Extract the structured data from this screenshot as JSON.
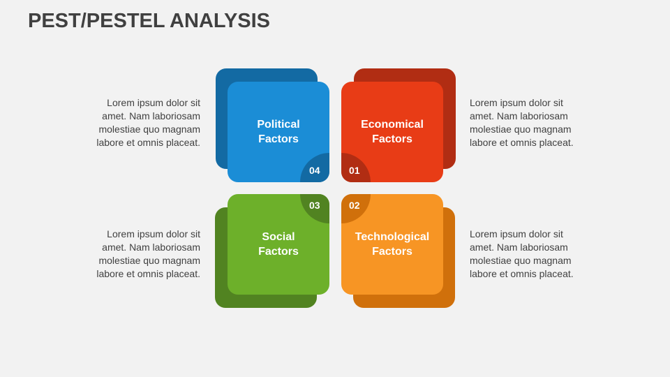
{
  "title": "PEST/PESTEL ANALYSIS",
  "factors": [
    {
      "id": "political",
      "line1": "Political",
      "line2": "Factors",
      "number": "04",
      "color": "#1b8dd6",
      "dark": "#136aa3"
    },
    {
      "id": "economical",
      "line1": "Economical",
      "line2": "Factors",
      "number": "01",
      "color": "#e83c16",
      "dark": "#b12d13"
    },
    {
      "id": "social",
      "line1": "Social",
      "line2": "Factors",
      "number": "03",
      "color": "#6db02a",
      "dark": "#518321"
    },
    {
      "id": "technological",
      "line1": "Technological",
      "line2": "Factors",
      "number": "02",
      "color": "#f79524",
      "dark": "#d0700b"
    }
  ],
  "descriptions": {
    "top_left": [
      "Lorem ipsum dolor sit",
      "amet. Nam laboriosam",
      "molestiae quo magnam",
      "labore et omnis placeat."
    ],
    "top_right": [
      "Lorem ipsum dolor sit",
      "amet. Nam laboriosam",
      "molestiae quo magnam",
      "labore et omnis placeat."
    ],
    "bottom_left": [
      "Lorem ipsum dolor sit",
      "amet. Nam laboriosam",
      "molestiae quo magnam",
      "labore et omnis placeat."
    ],
    "bottom_right": [
      "Lorem ipsum dolor sit",
      "amet. Nam laboriosam",
      "molestiae quo magnam",
      "labore et omnis placeat."
    ]
  }
}
